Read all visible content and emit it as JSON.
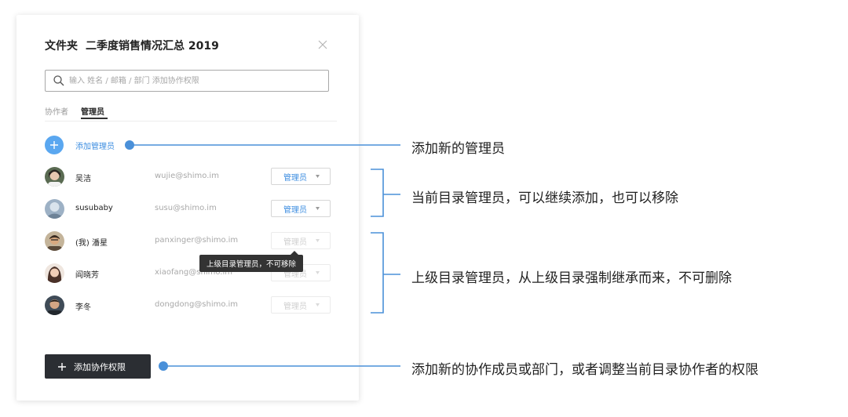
{
  "dialog": {
    "title_prefix": "文件夹",
    "title_name": "二季度销售情况汇总 2019",
    "close_icon": "close-icon",
    "search": {
      "placeholder": "输入 姓名 / 邮箱 / 部门 添加协作权限",
      "value": "",
      "icon": "search-icon"
    },
    "tabs": [
      {
        "label": "协作者",
        "active": false
      },
      {
        "label": "管理员",
        "active": true
      }
    ],
    "add_admin_label": "添加管理员",
    "members": [
      {
        "name": "吴洁",
        "email": "wujie@shimo.im",
        "role": "管理员",
        "editable": true
      },
      {
        "name": "susubaby",
        "email": "susu@shimo.im",
        "role": "管理员",
        "editable": true
      },
      {
        "name": "(我) 潘星",
        "email": "panxinger@shimo.im",
        "role": "管理员",
        "editable": false
      },
      {
        "name": "阎晓芳",
        "email": "xiaofang@shimo.im",
        "role": "管理员",
        "editable": false
      },
      {
        "name": "李冬",
        "email": "dongdong@shimo.im",
        "role": "管理员",
        "editable": false
      }
    ],
    "tooltip": "上级目录管理员，不可移除",
    "add_permission_button": "添加协作权限"
  },
  "annotations": {
    "add_admin": "添加新的管理员",
    "current_admins": "当前目录管理员，可以继续添加，也可以移除",
    "parent_admins": "上级目录管理员，从上级目录强制继承而来，不可删除",
    "add_permission": "添加新的协作成员或部门，或者调整当前目录协作者的权限"
  },
  "colors": {
    "accent_blue": "#3c8de0",
    "plus_circle": "#5aa7f0",
    "annotation_blue": "#4a90d9",
    "dark_button": "#2b2e33"
  }
}
